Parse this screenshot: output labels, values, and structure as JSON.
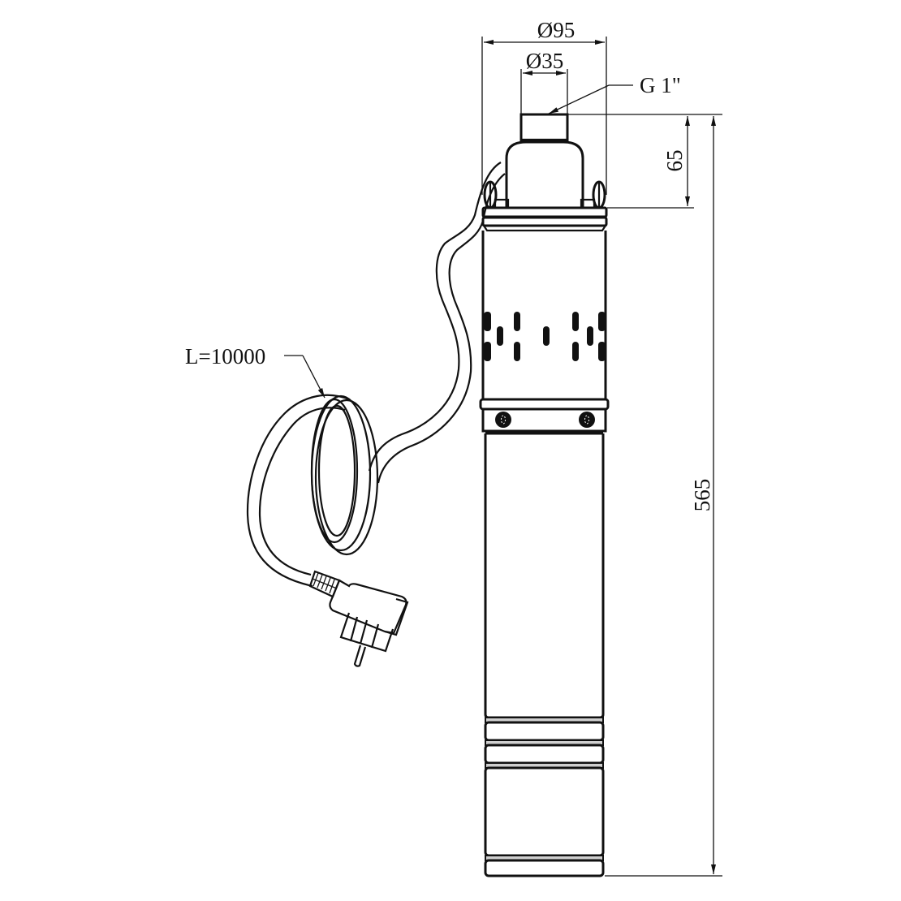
{
  "drawing": {
    "subject": "submersible-well-pump",
    "colors": {
      "line": "#111111",
      "background": "#ffffff"
    }
  },
  "dimensions": {
    "outer_diameter": "Ø95",
    "outlet_diameter": "Ø35",
    "thread": "G 1\"",
    "head_height": "65",
    "total_height": "565",
    "cable_length": "L=10000"
  }
}
